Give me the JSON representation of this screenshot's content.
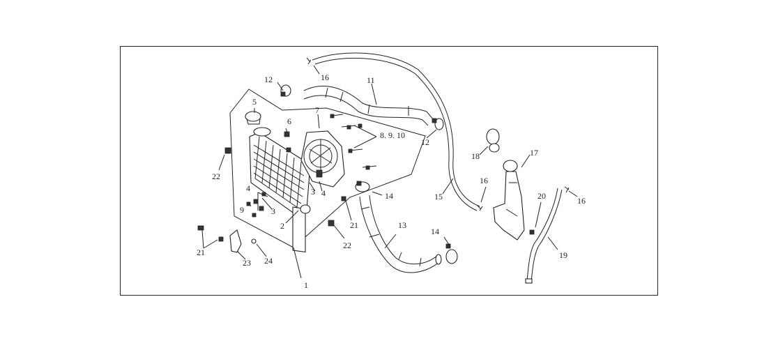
{
  "callouts": {
    "c1": "1",
    "c2": "2",
    "c3a": "3",
    "c3b": "3",
    "c4a": "4",
    "c4b": "4",
    "c5": "5",
    "c6": "6",
    "c7": "7",
    "c8_9_10": "8. 9. 10",
    "c9": "9",
    "c11": "11",
    "c12a": "12",
    "c12b": "12",
    "c13": "13",
    "c14a": "14",
    "c14b": "14",
    "c15": "15",
    "c16a": "16",
    "c16b": "16",
    "c16c": "16",
    "c17": "17",
    "c18": "18",
    "c19": "19",
    "c20": "20",
    "c21a": "21",
    "c21b": "21",
    "c22a": "22",
    "c22b": "22",
    "c23": "23",
    "c24": "24"
  }
}
